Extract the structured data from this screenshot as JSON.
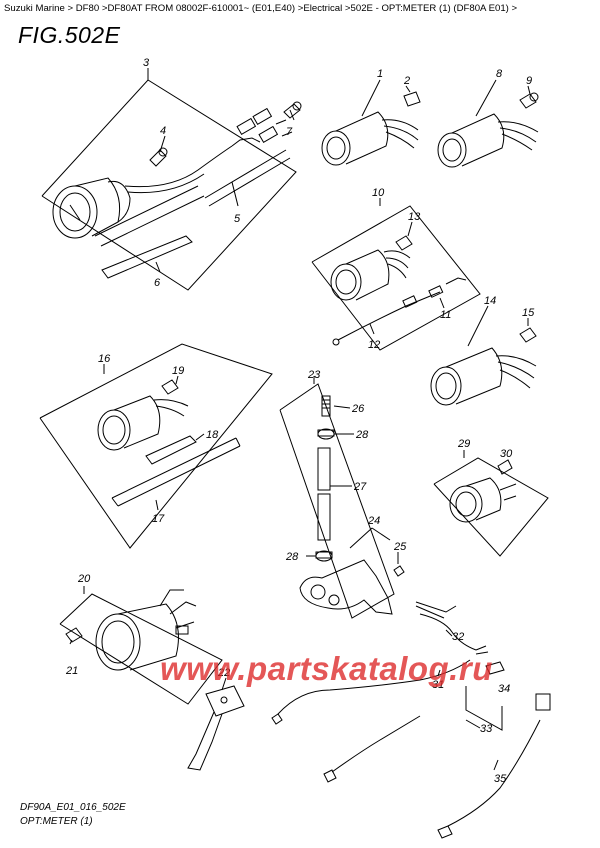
{
  "breadcrumb": "Suzuki Marine > DF80 >DF80AT FROM 08002F-610001~ (E01,E40) >Electrical >502E - OPT:METER (1) (DF80A E01) >",
  "figure_title": "FIG.502E",
  "footer": {
    "code": "DF90A_E01_016_502E",
    "name": "OPT:METER (1)"
  },
  "watermark": "www.partskatalog.ru",
  "watermark_color": "#dc2828",
  "callouts": {
    "c1": "1",
    "c2": "2",
    "c3": "3",
    "c4": "4",
    "c5": "5",
    "c6": "6",
    "c7": "7",
    "c8": "8",
    "c9": "9",
    "c10": "10",
    "c11": "11",
    "c12": "12",
    "c13": "13",
    "c14": "14",
    "c15": "15",
    "c16": "16",
    "c17": "17",
    "c18": "18",
    "c19": "19",
    "c20": "20",
    "c21": "21",
    "c22": "22",
    "c23": "23",
    "c24": "24",
    "c25": "25",
    "c26": "26",
    "c27": "27",
    "c28a": "28",
    "c28b": "28",
    "c29": "29",
    "c30": "30",
    "c31": "31",
    "c32": "32",
    "c33": "33",
    "c34": "34",
    "c35": "35"
  }
}
